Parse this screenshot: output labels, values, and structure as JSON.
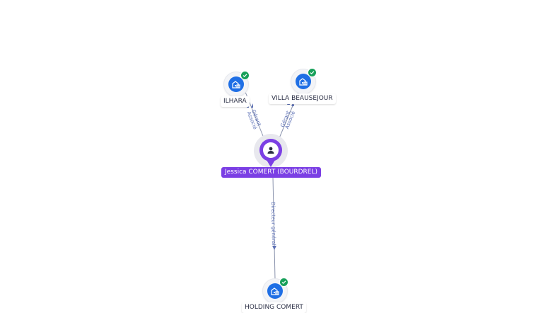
{
  "colors": {
    "person": "#7b3fe4",
    "company": "#1f6fe5",
    "verified": "#18a05a",
    "edge": "#8a93ad"
  },
  "person": {
    "name": "Jessica COMERT (BOURDREL)",
    "icon": "user-icon"
  },
  "companies": [
    {
      "id": "ilhara",
      "name": "ILHARA",
      "icon": "building-icon",
      "verified": true
    },
    {
      "id": "villa",
      "name": "VILLA BEAUSEJOUR",
      "icon": "building-icon",
      "verified": true
    },
    {
      "id": "holding",
      "name": "HOLDING COMERT",
      "icon": "building-icon",
      "verified": true
    }
  ],
  "edges": [
    {
      "to": "ilhara",
      "labels": [
        "Gérant",
        "Associé"
      ]
    },
    {
      "to": "villa",
      "labels": [
        "Gérant",
        "Associé"
      ]
    },
    {
      "to": "holding",
      "labels": [
        "Directeur général"
      ]
    }
  ]
}
